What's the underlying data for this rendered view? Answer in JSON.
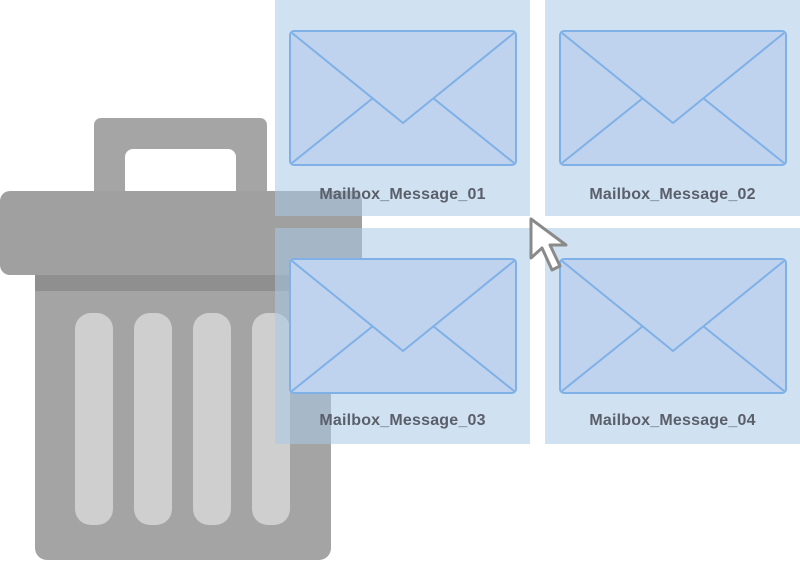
{
  "messages": [
    {
      "label": "Mailbox_Message_01",
      "icon": "envelope-icon"
    },
    {
      "label": "Mailbox_Message_02",
      "icon": "envelope-icon"
    },
    {
      "label": "Mailbox_Message_03",
      "icon": "envelope-icon"
    },
    {
      "label": "Mailbox_Message_04",
      "icon": "envelope-icon"
    }
  ],
  "trash": {
    "icon": "trash-can-icon"
  },
  "cursor": {
    "icon": "arrow-cursor-icon"
  },
  "colors": {
    "tile_fill": "#c6d8ec",
    "envelope_fill": "#bfd3ee",
    "envelope_stroke": "#7fb0e6",
    "label_text": "#5a5f6a",
    "trash_gray": "#a4a4a4",
    "trash_slot": "#cfcfcf"
  }
}
